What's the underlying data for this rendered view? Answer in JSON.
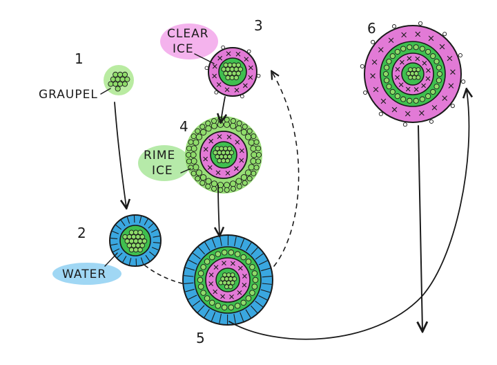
{
  "stages": [
    {
      "number": "1",
      "label": "GRAUPEL"
    },
    {
      "number": "2",
      "label": "WATER"
    },
    {
      "number": "3",
      "label_line1": "CLEAR",
      "label_line2": "ICE"
    },
    {
      "number": "4",
      "label_line1": "RIME",
      "label_line2": "ICE"
    },
    {
      "number": "5"
    },
    {
      "number": "6"
    }
  ],
  "colors": {
    "graupel": "#3fbf4f",
    "graupel_highlight": "#8fdc6a",
    "water": "#3aa7e0",
    "clear_ice": "#e27ad6",
    "rime_ice": "#7fd66a",
    "ink": "#1a1a1a"
  }
}
